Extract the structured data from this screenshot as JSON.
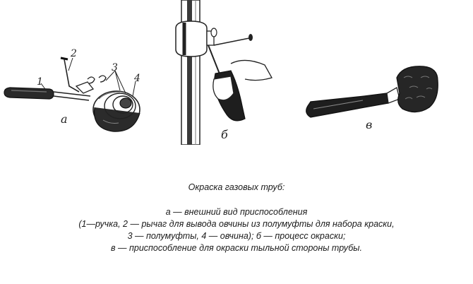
{
  "figures": {
    "a": {
      "letter": "а",
      "labels": {
        "n1": "1",
        "n2": "2",
        "n3": "3",
        "n4": "4"
      }
    },
    "b": {
      "letter": "б"
    },
    "c": {
      "letter": "в"
    }
  },
  "caption": {
    "title": "Окраска газовых труб:",
    "lines": [
      "а — внешний вид приспособления",
      "(1—ручка, 2 — рычаг для вывода овчины из полумуфты для набора краски,",
      "3 — полумуфты, 4 — овчина); б — процесс окраски;",
      "в — приспособление для окраски тыльной стороны трубы."
    ]
  }
}
